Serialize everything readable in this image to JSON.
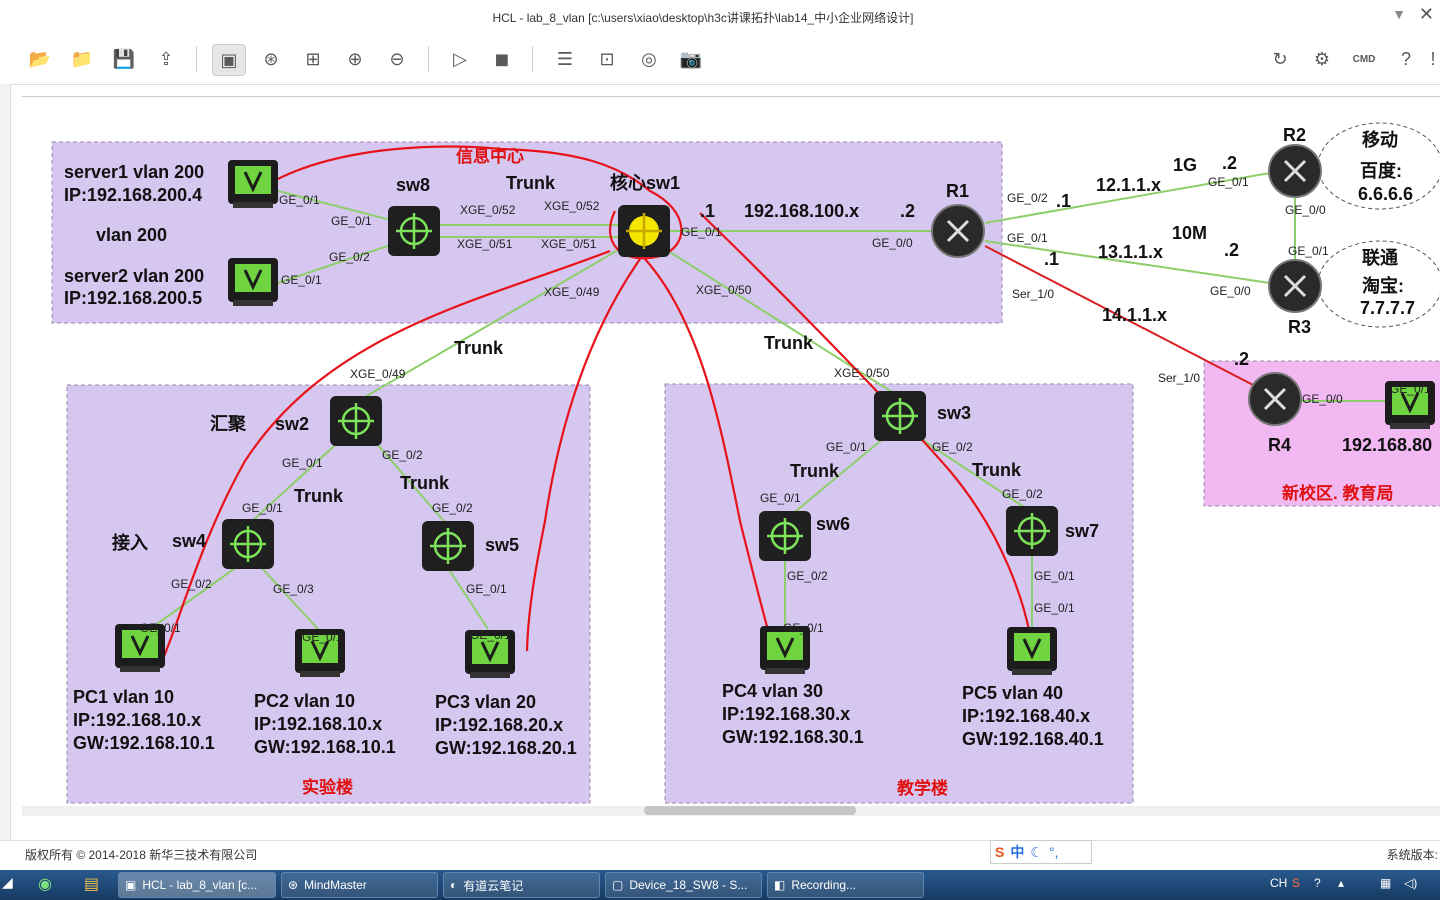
{
  "window": {
    "title": "HCL - lab_8_vlan [c:\\users\\xiao\\desktop\\h3c讲课拓扑\\lab14_中小企业网络设计]"
  },
  "toolbar": {
    "icons": [
      "open-folder-icon",
      "folder-icon",
      "save-icon",
      "import-icon",
      "topology-icon",
      "device-icon",
      "grid-icon",
      "zoom-in-icon",
      "zoom-out-icon",
      "play-icon",
      "stop-icon",
      "config-icon",
      "add-box-icon",
      "capture-icon",
      "camera-icon"
    ],
    "right_icons": [
      "refresh-icon",
      "settings-icon",
      "cmd-icon",
      "help-icon",
      "info-icon"
    ]
  },
  "areas": {
    "info_center": "信息中心",
    "lab_building": "实验楼",
    "teaching_building": "教学楼",
    "new_campus": "新校区. 教育局"
  },
  "isp": {
    "mobile": {
      "title": "移动",
      "site": "百度:",
      "ip": "6.6.6.6"
    },
    "unicom": {
      "title": "联通",
      "site": "淘宝:",
      "ip": "7.7.7.7"
    }
  },
  "devices": {
    "sw1": "核心sw1",
    "sw8": "sw8",
    "sw2": "sw2",
    "sw3": "sw3",
    "sw4": "sw4",
    "sw5": "sw5",
    "sw6": "sw6",
    "sw7": "sw7",
    "r1": "R1",
    "r2": "R2",
    "r3": "R3",
    "r4": "R4",
    "role_agg": "汇聚",
    "role_access": "接入",
    "server1": [
      "server1  vlan 200",
      "IP:192.168.200.4"
    ],
    "server2": [
      "server2  vlan 200",
      "IP:192.168.200.5"
    ],
    "vlan200": "vlan 200",
    "pc1": [
      "PC1  vlan 10",
      "IP:192.168.10.x",
      "GW:192.168.10.1"
    ],
    "pc2": [
      "PC2  vlan 10",
      "IP:192.168.10.x",
      "GW:192.168.10.1"
    ],
    "pc3": [
      "PC3  vlan 20",
      "IP:192.168.20.x",
      "GW:192.168.20.1"
    ],
    "pc4": [
      "PC4  vlan 30",
      "IP:192.168.30.x",
      "GW:192.168.30.1"
    ],
    "pc5": [
      "PC5  vlan 40",
      "IP:192.168.40.x",
      "GW:192.168.40.1"
    ],
    "r4_host": "192.168.80"
  },
  "links": {
    "trunk": "Trunk",
    "net100": "192.168.100.x",
    "dot1": ".1",
    "dot2": ".2",
    "net12": "12.1.1.x",
    "net13": "13.1.1.x",
    "net14": "14.1.1.x",
    "bw1g": "1G",
    "bw10m": "10M",
    "ports": [
      "GE_0/1",
      "GE_0/1",
      "GE_0/2",
      "GE_0/1",
      "XGE_0/52",
      "XGE_0/52",
      "XGE_0/51",
      "XGE_0/51",
      "XGE_0/49",
      "XGE_0/50",
      "GE_0/1",
      "GE_0/0",
      "GE_0/2",
      "GE_0/1",
      "Ser_1/0",
      "GE_0/1",
      "GE_0/0",
      "GE_0/1",
      "GE_0/0",
      "Ser_1/0",
      "GE_0/0",
      "GE_0/1",
      "XGE_0/49",
      "GE_0/1",
      "GE_0/2",
      "GE_0/1",
      "GE_0/2",
      "GE_0/2",
      "GE_0/3",
      "GE_0/1",
      "GE_0/1",
      "GE_0/1",
      "XGE_0/50",
      "GE_0/1",
      "GE_0/2",
      "GE_0/1",
      "GE_0/2",
      "GE_0/2",
      "GE_0/1",
      "GE_0/1",
      "GE_0/1",
      "GE_0/1"
    ]
  },
  "status": {
    "copyright": "版权所有 © 2014-2018 新华三技术有限公司",
    "version": "系统版本:",
    "ime": "中"
  },
  "taskbar": {
    "items": [
      "HCL - lab_8_vlan [c...",
      "MindMaster",
      "有道云笔记",
      "Device_18_SW8 - S...",
      "Recording..."
    ],
    "lang": "CH"
  }
}
